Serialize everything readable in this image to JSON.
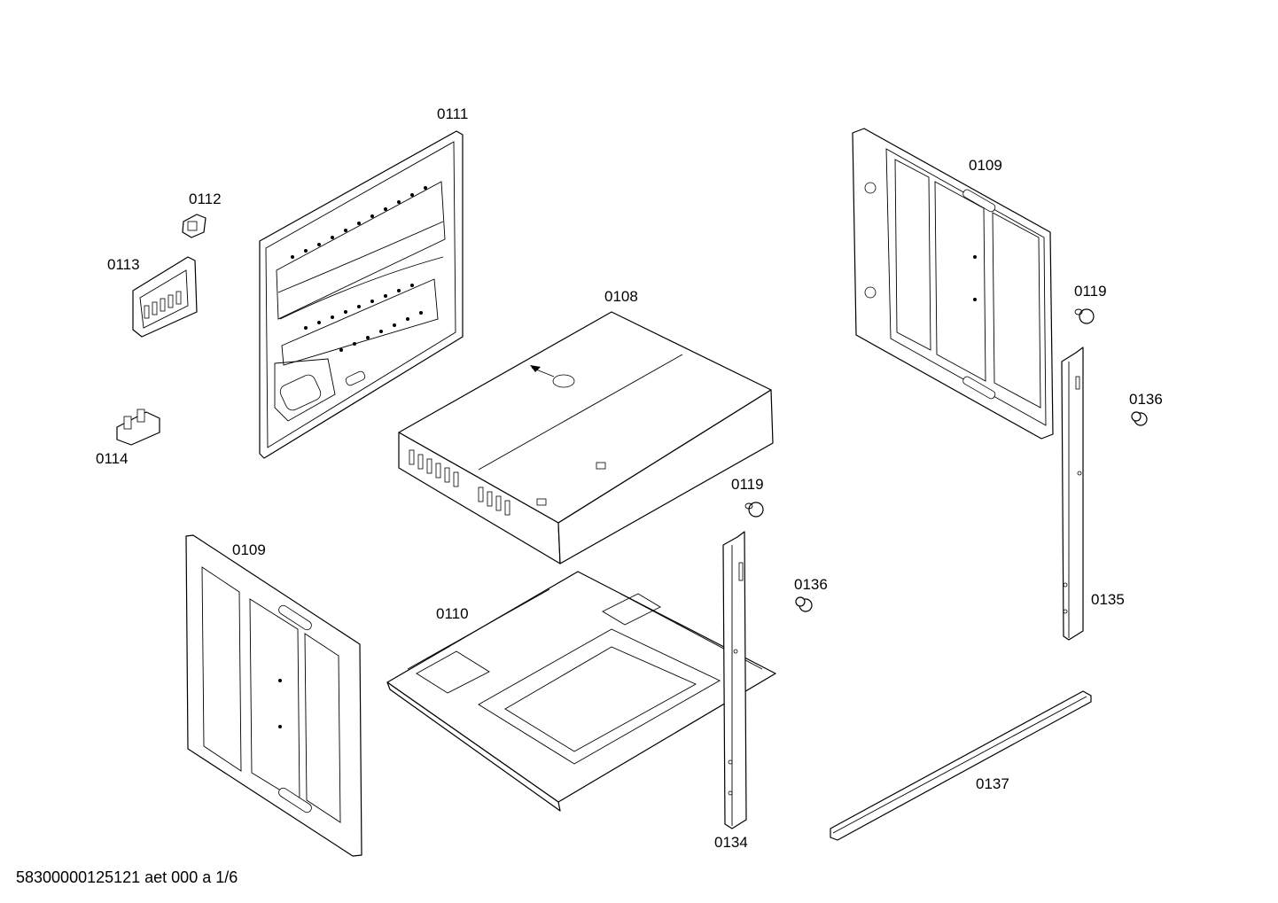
{
  "labels": {
    "l0111": "0111",
    "l0112": "0112",
    "l0113": "0113",
    "l0114": "0114",
    "l0108": "0108",
    "l0109_right": "0109",
    "l0109_left": "0109",
    "l0110": "0110",
    "l0119_right": "0119",
    "l0119_mid": "0119",
    "l0136_right": "0136",
    "l0136_mid": "0136",
    "l0135": "0135",
    "l0134": "0134",
    "l0137": "0137"
  },
  "footer": {
    "document_id": "58300000125121 aet 000 a 1/6"
  }
}
